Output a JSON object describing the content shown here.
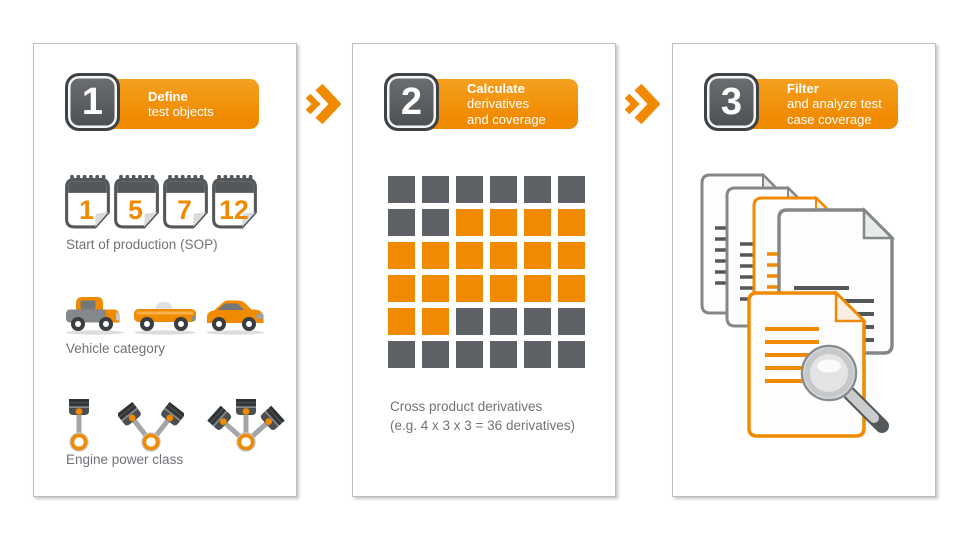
{
  "colors": {
    "orange": "#F08A00",
    "orange_light": "#F5A021",
    "dark_gray": "#54585B",
    "grid_gray": "#5E6266",
    "text_gray": "#6F7377",
    "panel_border": "#BDBDBD"
  },
  "separator_icon": "double-chevron-right-icon",
  "steps": [
    {
      "number": "1",
      "title": "Define",
      "subtitle_lines": [
        "test objects"
      ],
      "sections": [
        {
          "icon": "calendar-icon",
          "label": "Start of production (SOP)",
          "calendar_values": [
            "1",
            "5",
            "7",
            "12"
          ]
        },
        {
          "icon": "car-icon",
          "label": "Vehicle category",
          "car_variants": [
            "vintage-car",
            "roadster-car",
            "coupe-car"
          ]
        },
        {
          "icon": "piston-icon",
          "label": "Engine power class",
          "piston_counts": [
            1,
            2,
            3
          ]
        }
      ]
    },
    {
      "number": "2",
      "title": "Calculate",
      "subtitle_lines": [
        "derivatives",
        "and coverage"
      ],
      "grid": {
        "rows": 6,
        "cols": 6,
        "pattern": [
          "gggggg",
          "ggoooo",
          "oooooo",
          "oooooo",
          "oogggg",
          "gggggg"
        ],
        "cell_colors": {
          "o": "#F08A00",
          "g": "#5E6266"
        }
      },
      "caption_lines": [
        "Cross product derivatives",
        "(e.g. 4 x 3 x 3 = 36 derivatives)"
      ]
    },
    {
      "number": "3",
      "title": "Filter",
      "subtitle_lines": [
        "and analyze test",
        "case coverage"
      ],
      "illustration": {
        "icon": "document-stack-magnifier-icon",
        "documents": 5,
        "magnifier": true
      }
    }
  ]
}
